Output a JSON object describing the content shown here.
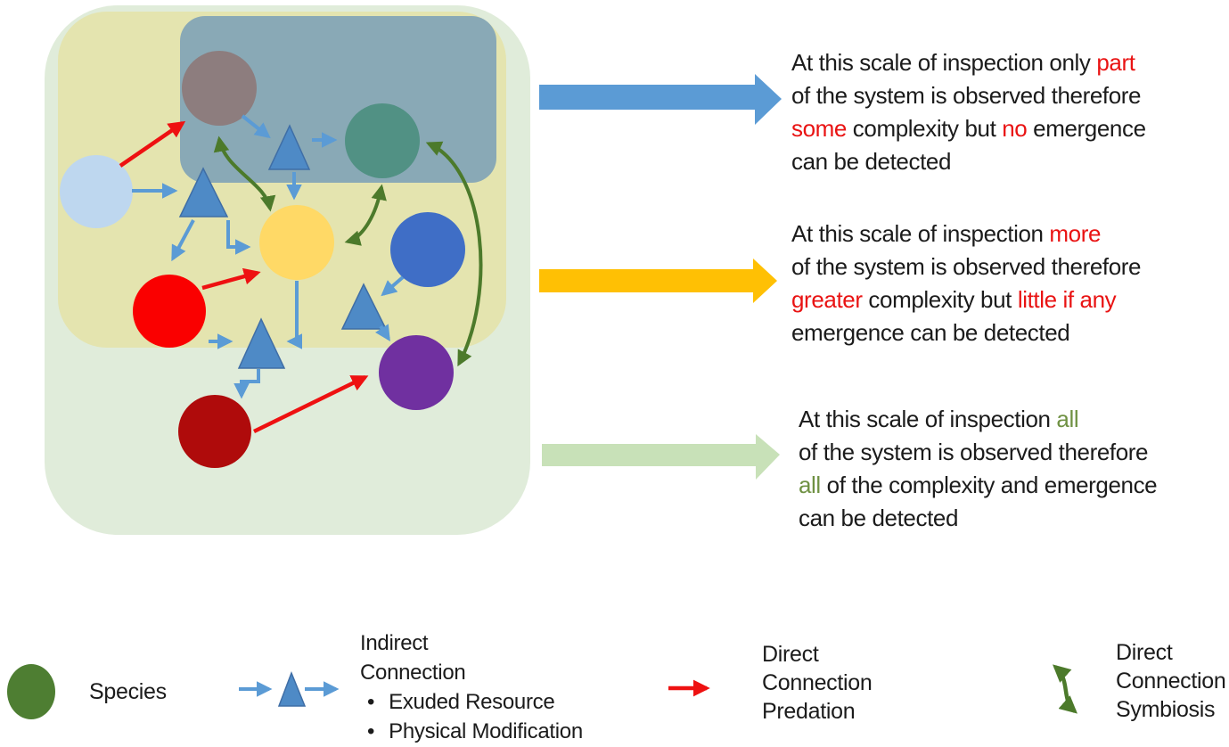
{
  "colors": {
    "text": "#1b1b1b",
    "em_red": "#e91313",
    "em_green": "#6f9143",
    "zone_outer": "#e0ecda",
    "zone_mid": "#e4e4af",
    "zone_inner": "#89a9b6",
    "node_gray": "#8d7d7e",
    "node_teal": "#519184",
    "node_lightblue": "#bed7ef",
    "node_yellow": "#ffd966",
    "node_blue": "#3f6ec6",
    "node_red": "#fa0000",
    "node_darkred": "#af0b0b",
    "node_purple": "#7030a0",
    "legend_species_green": "#4e7e32",
    "connector_blue": "#5b9bd5",
    "triangle_blue": "#4e8ac6",
    "triangle_border": "#3f6ea6",
    "connector_red": "#ee1111",
    "connector_green": "#4c7a2b",
    "scale_arrow_blue": "#5b9bd5",
    "scale_arrow_orange": "#ffc004",
    "scale_arrow_green": "#c8e1b8"
  },
  "annotations": [
    {
      "scale": "inner",
      "lines": [
        {
          "s1": "At this scale of inspection only ",
          "s2": "part"
        },
        {
          "s1": "of the system is observed therefore"
        },
        {
          "s1": "some",
          "s2": " complexity but ",
          "s3": "no",
          "s4": " emergence"
        },
        {
          "s1": "can be detected"
        }
      ]
    },
    {
      "scale": "middle",
      "lines": [
        {
          "s1": "At this scale of inspection ",
          "s2": "more"
        },
        {
          "s1": "of the system is observed therefore"
        },
        {
          "s1": "greater",
          "s2": " complexity but ",
          "s3": "little if any"
        },
        {
          "s1": "emergence can be detected"
        }
      ]
    },
    {
      "scale": "outer",
      "lines": [
        {
          "s1": "At this scale of inspection ",
          "s2": "all"
        },
        {
          "s1": "of the system is observed therefore"
        },
        {
          "s1": "all",
          "s2": " of the complexity and emergence"
        },
        {
          "s1": "can be detected"
        }
      ]
    }
  ],
  "legend": {
    "species_label": "Species",
    "bullet_char": "•",
    "indirect": {
      "line1": "Indirect",
      "line2": "Connection",
      "bullet1": "Exuded Resource",
      "bullet2": "Physical Modification"
    },
    "predation": {
      "line1": "Direct",
      "line2": "Connection",
      "line3": "Predation"
    },
    "symbiosis": {
      "line1": "Direct",
      "line2": "Connection",
      "line3": "Symbiosis"
    }
  },
  "diagram": {
    "zones": [
      "outer-scale",
      "middle-scale",
      "inner-scale"
    ],
    "species_nodes": [
      "gray",
      "teal",
      "light-blue",
      "yellow",
      "blue",
      "red",
      "dark-red",
      "purple"
    ],
    "indirect_connections": [
      "light-blue→red",
      "light-blue→yellow",
      "gray→teal",
      "gray→yellow",
      "blue→purple",
      "red→dark-red",
      "yellow→dark-red"
    ],
    "predation_connections": [
      "light-blue→gray",
      "red→yellow",
      "dark-red→purple"
    ],
    "symbiosis_connections": [
      "yellow↔gray",
      "yellow↔teal",
      "purple↔teal"
    ]
  }
}
